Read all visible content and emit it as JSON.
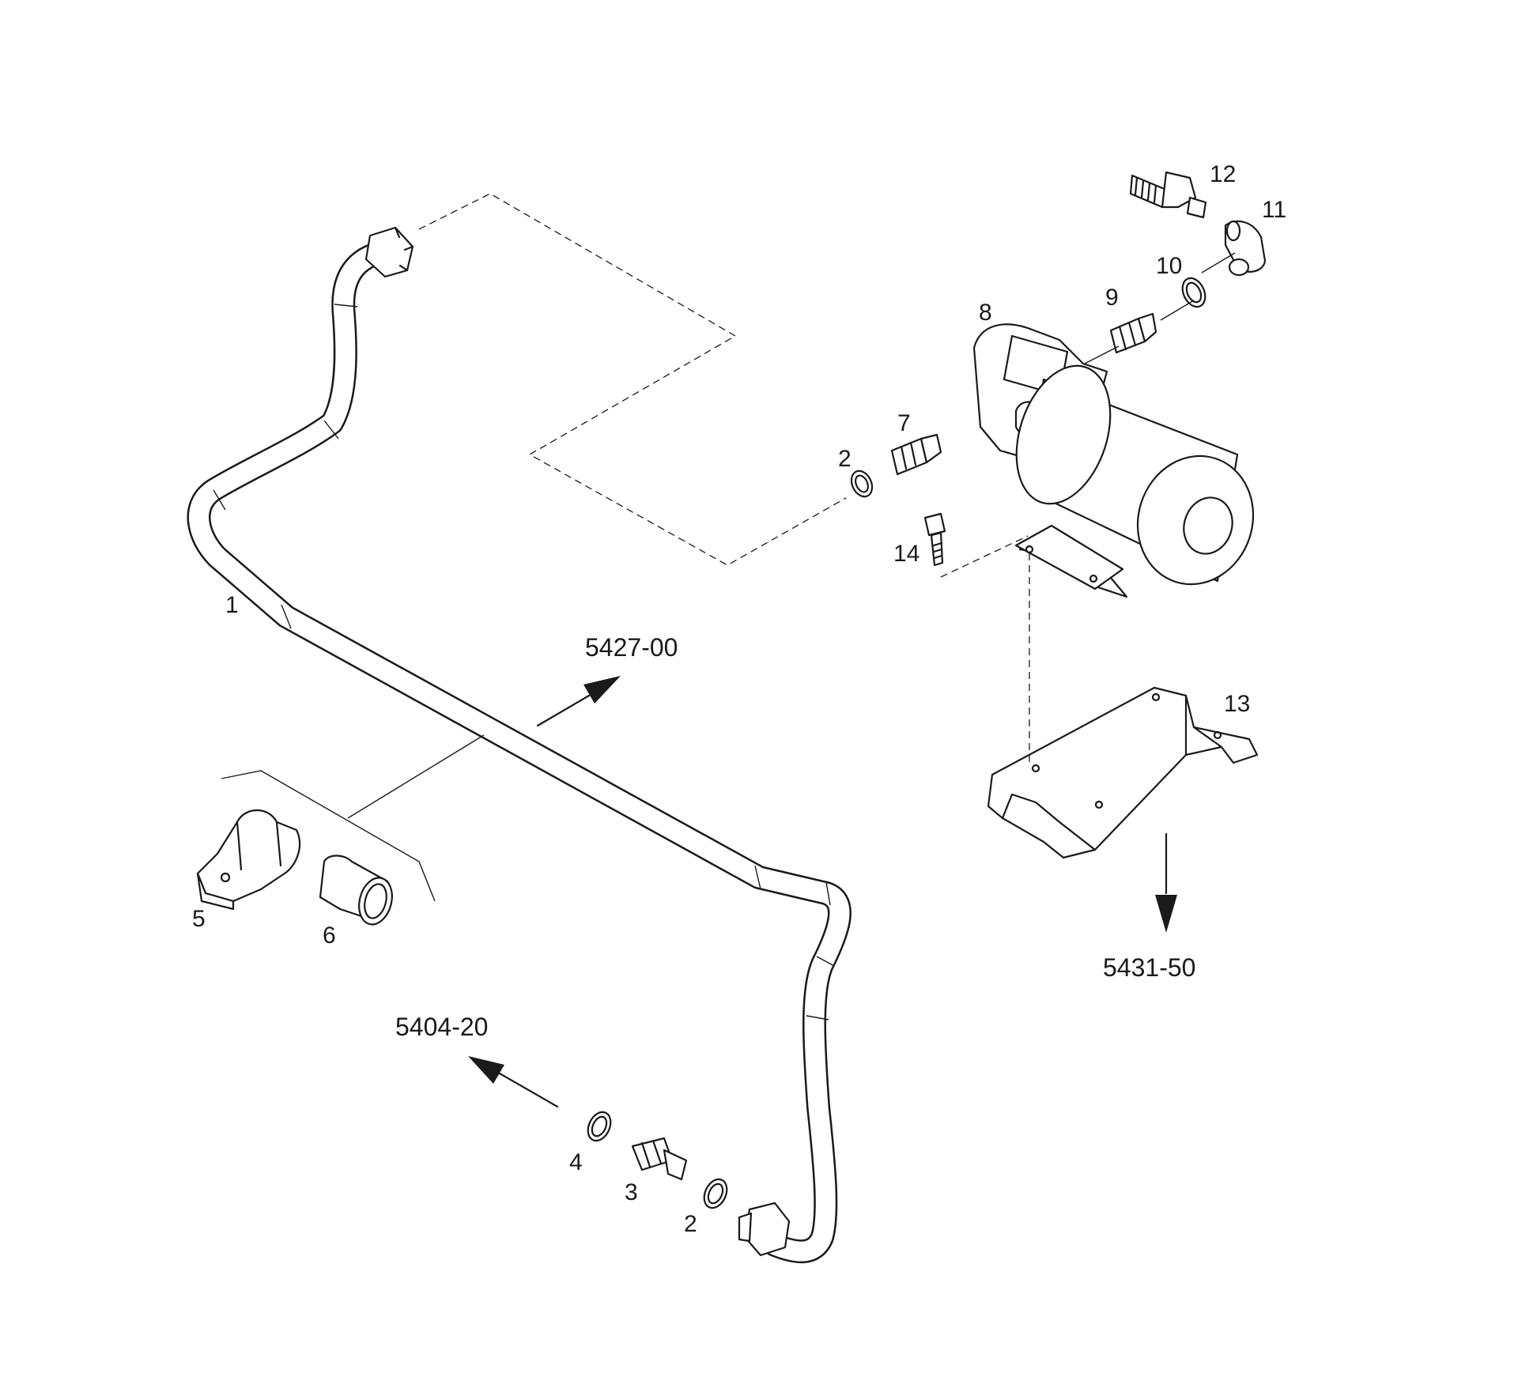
{
  "parts": {
    "p1": "1",
    "p2_top": "2",
    "p2_bottom": "2",
    "p3": "3",
    "p4": "4",
    "p5": "5",
    "p6": "6",
    "p7": "7",
    "p8": "8",
    "p9": "9",
    "p10": "10",
    "p11": "11",
    "p12": "12",
    "p13": "13",
    "p14": "14"
  },
  "references": {
    "ref_5427": "5427-00",
    "ref_5404": "5404-20",
    "ref_5431": "5431-50"
  }
}
